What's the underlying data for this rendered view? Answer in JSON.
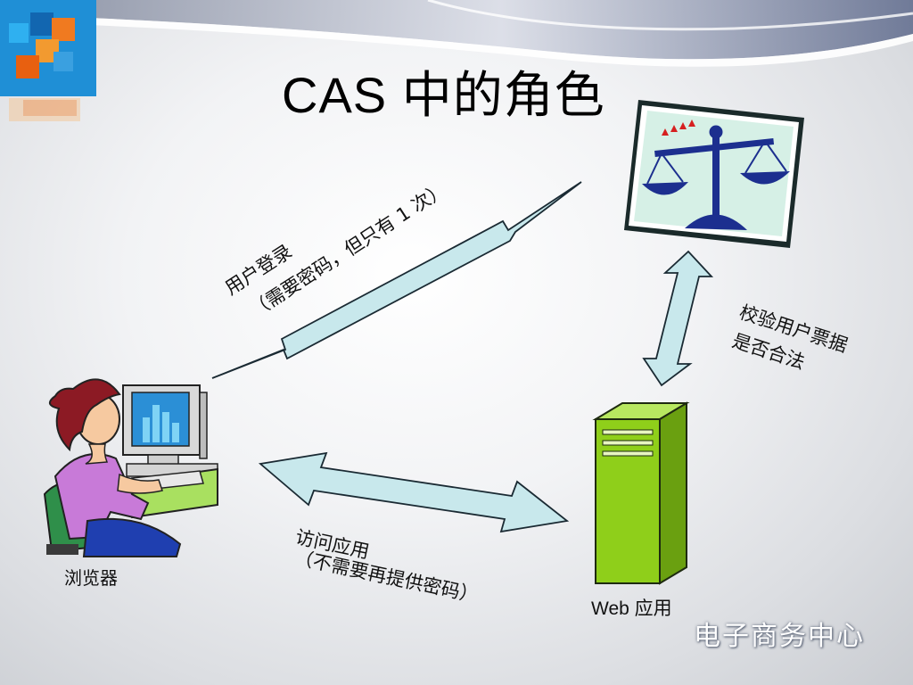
{
  "slide": {
    "title": "CAS 中的角色",
    "watermark": "电子商务中心"
  },
  "labels": {
    "login_line1": "用户登录",
    "login_line2": "（需要密码，但只有  1  次）",
    "verify_line1": "校验用户票据",
    "verify_line2": "是否合法",
    "access_line1": "访问应用",
    "access_line2": "（不需要再提供密码）",
    "browser": "浏览器",
    "web_app": "Web  应用"
  },
  "colors": {
    "arrow_fill": "#c8e8ec",
    "arrow_stroke": "#1a2a33",
    "server_green": "#8fcf1a",
    "scale_blue": "#1c2f8f",
    "cas_card_bg": "#d6f0e6"
  },
  "icons": {
    "logo": "blocks-logo-icon",
    "cas": "balance-scale-icon",
    "browser": "woman-at-computer-icon",
    "web": "server-tower-icon"
  }
}
